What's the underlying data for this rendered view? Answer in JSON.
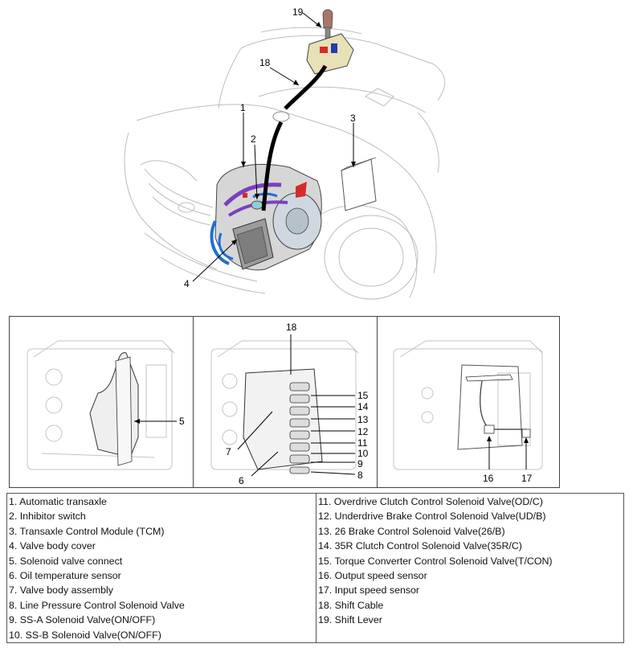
{
  "callouts": {
    "main": [
      "19",
      "18",
      "1",
      "2",
      "3",
      "4"
    ],
    "panel1": [
      "5"
    ],
    "panel2": [
      "18",
      "15",
      "14",
      "13",
      "12",
      "11",
      "10",
      "9",
      "8",
      "7",
      "6"
    ],
    "panel3": [
      "16",
      "17"
    ]
  },
  "legend": {
    "left": [
      "1. Automatic transaxle",
      "2. Inhibitor switch",
      "3. Transaxle Control Module (TCM)",
      "4. Valve body cover",
      "5. Solenoid valve connect",
      "6. Oil temperature sensor",
      "7. Valve body assembly",
      "8. Line Pressure Control Solenoid Valve",
      "9. SS-A Solenoid Valve(ON/OFF)",
      "10. SS-B Solenoid Valve(ON/OFF)"
    ],
    "right": [
      "11. Overdrive Clutch Control Solenoid Valve(OD/C)",
      "12. Underdrive Brake Control Solenoid Valve(UD/B)",
      "13. 26 Brake Control Solenoid Valve(26/B)",
      "14. 35R Clutch Control Solenoid Valve(35R/C)",
      "15. Torque Converter Control Solenoid Valve(T/CON)",
      "16. Output speed sensor",
      "17. Input speed sensor",
      "18. Shift Cable",
      "19. Shift Lever"
    ]
  },
  "colors": {
    "outline": "#b8b8b8",
    "purple_pipe": "#7b3fc0",
    "blue_pipe": "#1f6fd6",
    "red_part": "#d62a2a",
    "cable": "#000000",
    "tcm_fill": "#ffffff"
  }
}
